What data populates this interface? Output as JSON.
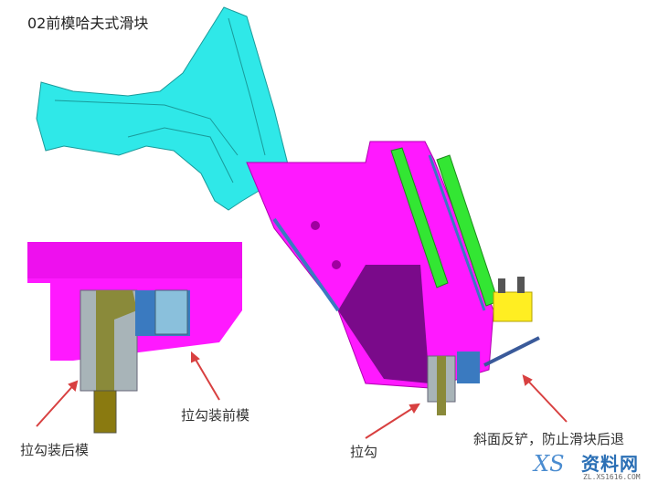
{
  "title": "02前模哈夫式滑块",
  "labels": {
    "hook_on_back_mold": "拉勾装后模",
    "hook_on_front_mold": "拉勾装前模",
    "hook": "拉勾",
    "wedge_note": "斜面反铲，防止滑块后退"
  },
  "watermark": {
    "logo": "XS",
    "name": "资料网",
    "url": "ZL.XS1616.COM"
  },
  "colors": {
    "part": "#2fe8e8",
    "slider": "#ff19ff",
    "slider_shadow": "#7a0a8a",
    "guide": "#33e633",
    "wedge": "#ffee22",
    "hook": "#8a8a3a",
    "hook_block": "#a8b4b8",
    "blue_part": "#3a7ac0",
    "arrow": "#d84040"
  }
}
